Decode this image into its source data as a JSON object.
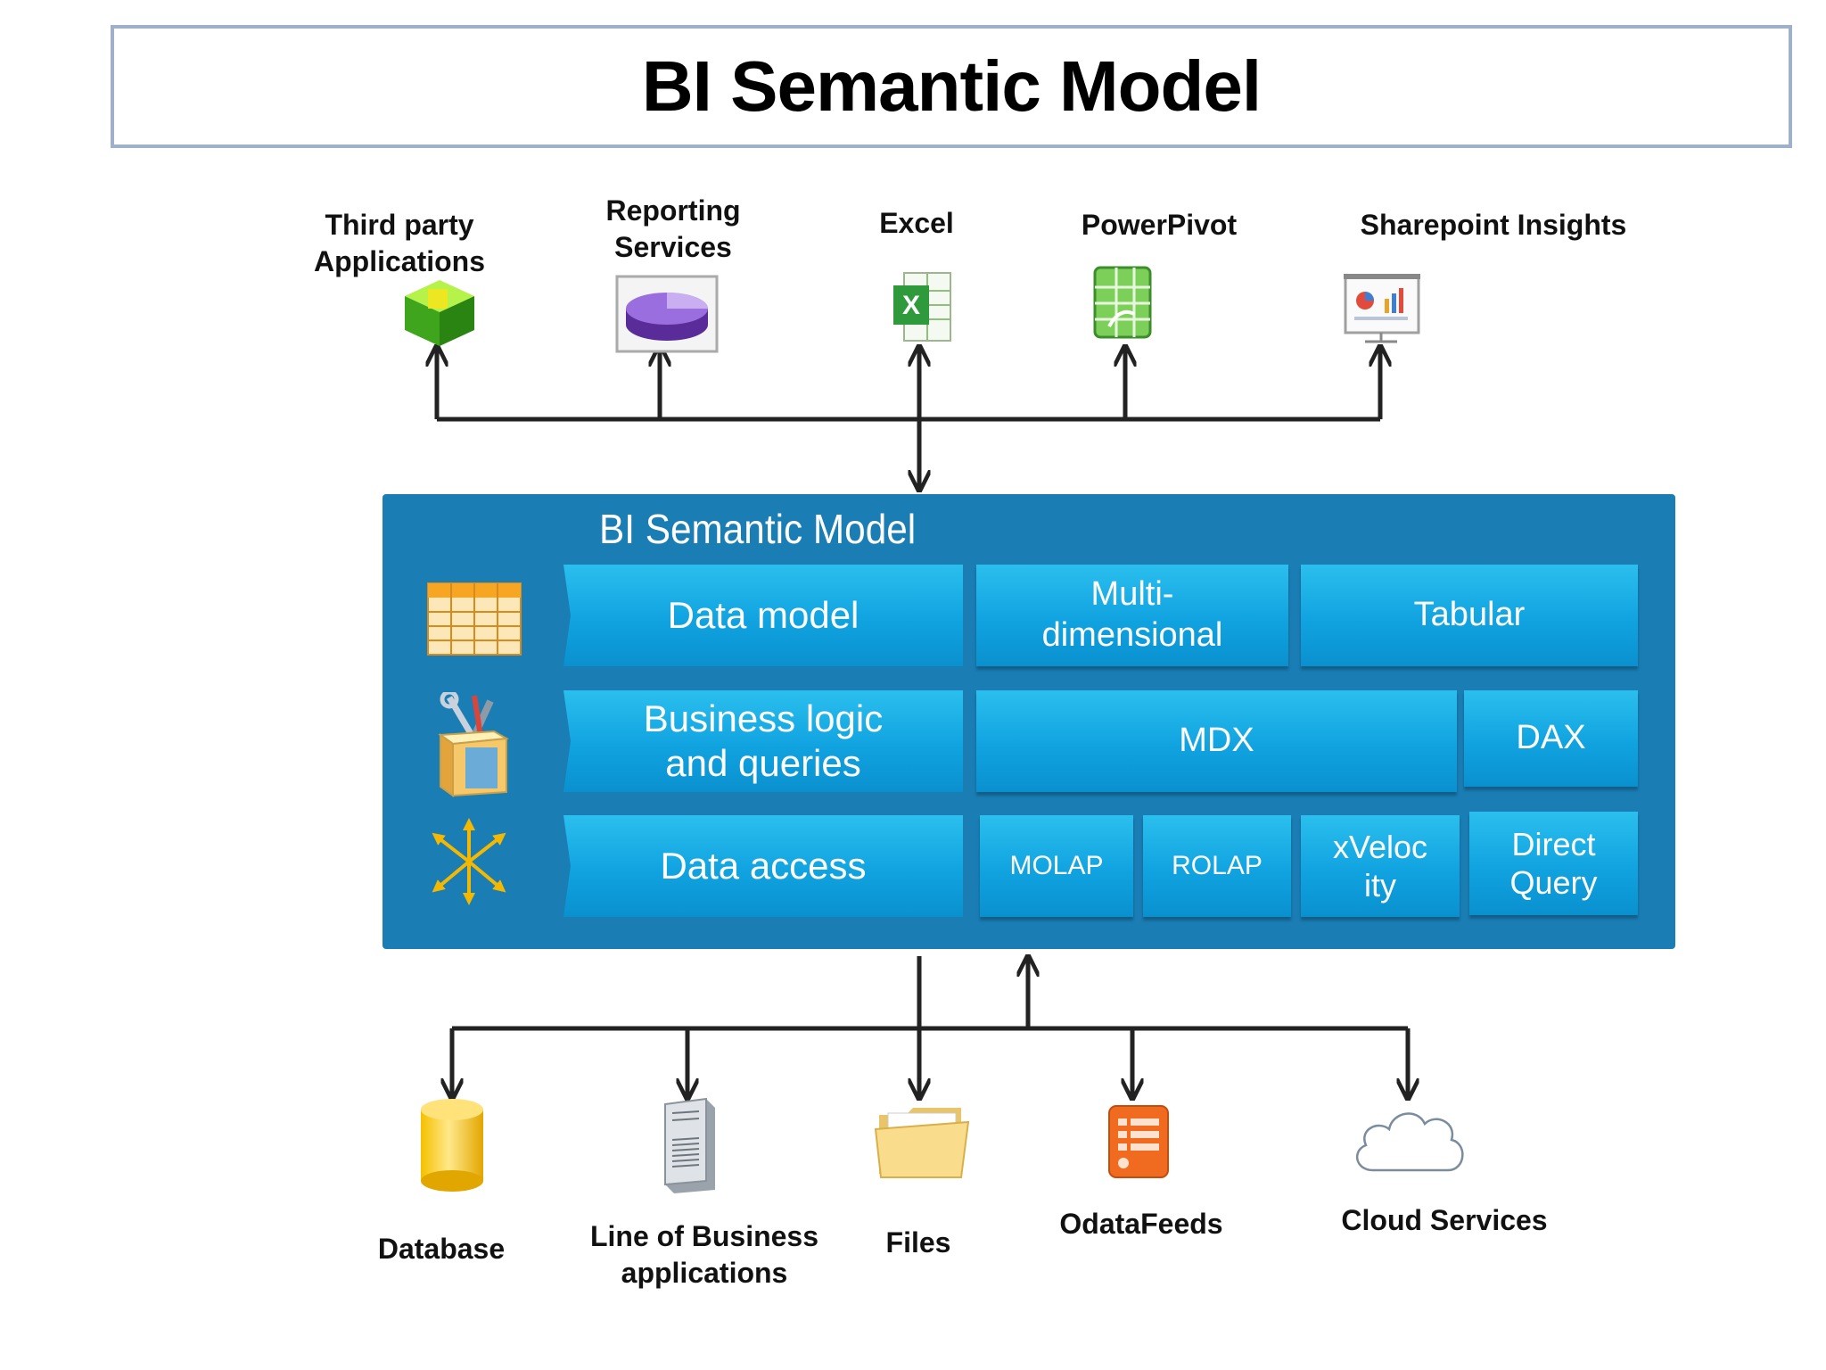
{
  "title": "BI Semantic Model",
  "consumers": [
    {
      "label": "Third party\nApplications",
      "icon": "cube-icon"
    },
    {
      "label": "Reporting\nServices",
      "icon": "pie-chart-icon"
    },
    {
      "label": "Excel",
      "icon": "excel-icon"
    },
    {
      "label": "PowerPivot",
      "icon": "powerpivot-icon"
    },
    {
      "label": "Sharepoint Insights",
      "icon": "dashboard-icon"
    }
  ],
  "model": {
    "title": "BI Semantic Model",
    "rows": [
      {
        "icon": "table-grid-icon",
        "layer": "Data model",
        "cells": [
          "Multi-\ndimensional",
          "Tabular"
        ]
      },
      {
        "icon": "toolbox-icon",
        "layer": "Business logic\nand queries",
        "cells": [
          "MDX",
          "DAX"
        ]
      },
      {
        "icon": "connection-arrows-icon",
        "layer": "Data access",
        "cells": [
          "MOLAP",
          "ROLAP",
          "xVeloc\nity",
          "Direct\nQuery"
        ]
      }
    ]
  },
  "sources": [
    {
      "label": "Database",
      "icon": "database-icon"
    },
    {
      "label": "Line of Business\napplications",
      "icon": "server-icon"
    },
    {
      "label": "Files",
      "icon": "folder-icon"
    },
    {
      "label": "OdataFeeds",
      "icon": "odata-feed-icon"
    },
    {
      "label": "Cloud Services",
      "icon": "cloud-icon"
    }
  ],
  "colors": {
    "panel": "#1a7db4",
    "cell": "#10a3e0",
    "connector": "#222222",
    "title_border": "#9fb1c8"
  }
}
